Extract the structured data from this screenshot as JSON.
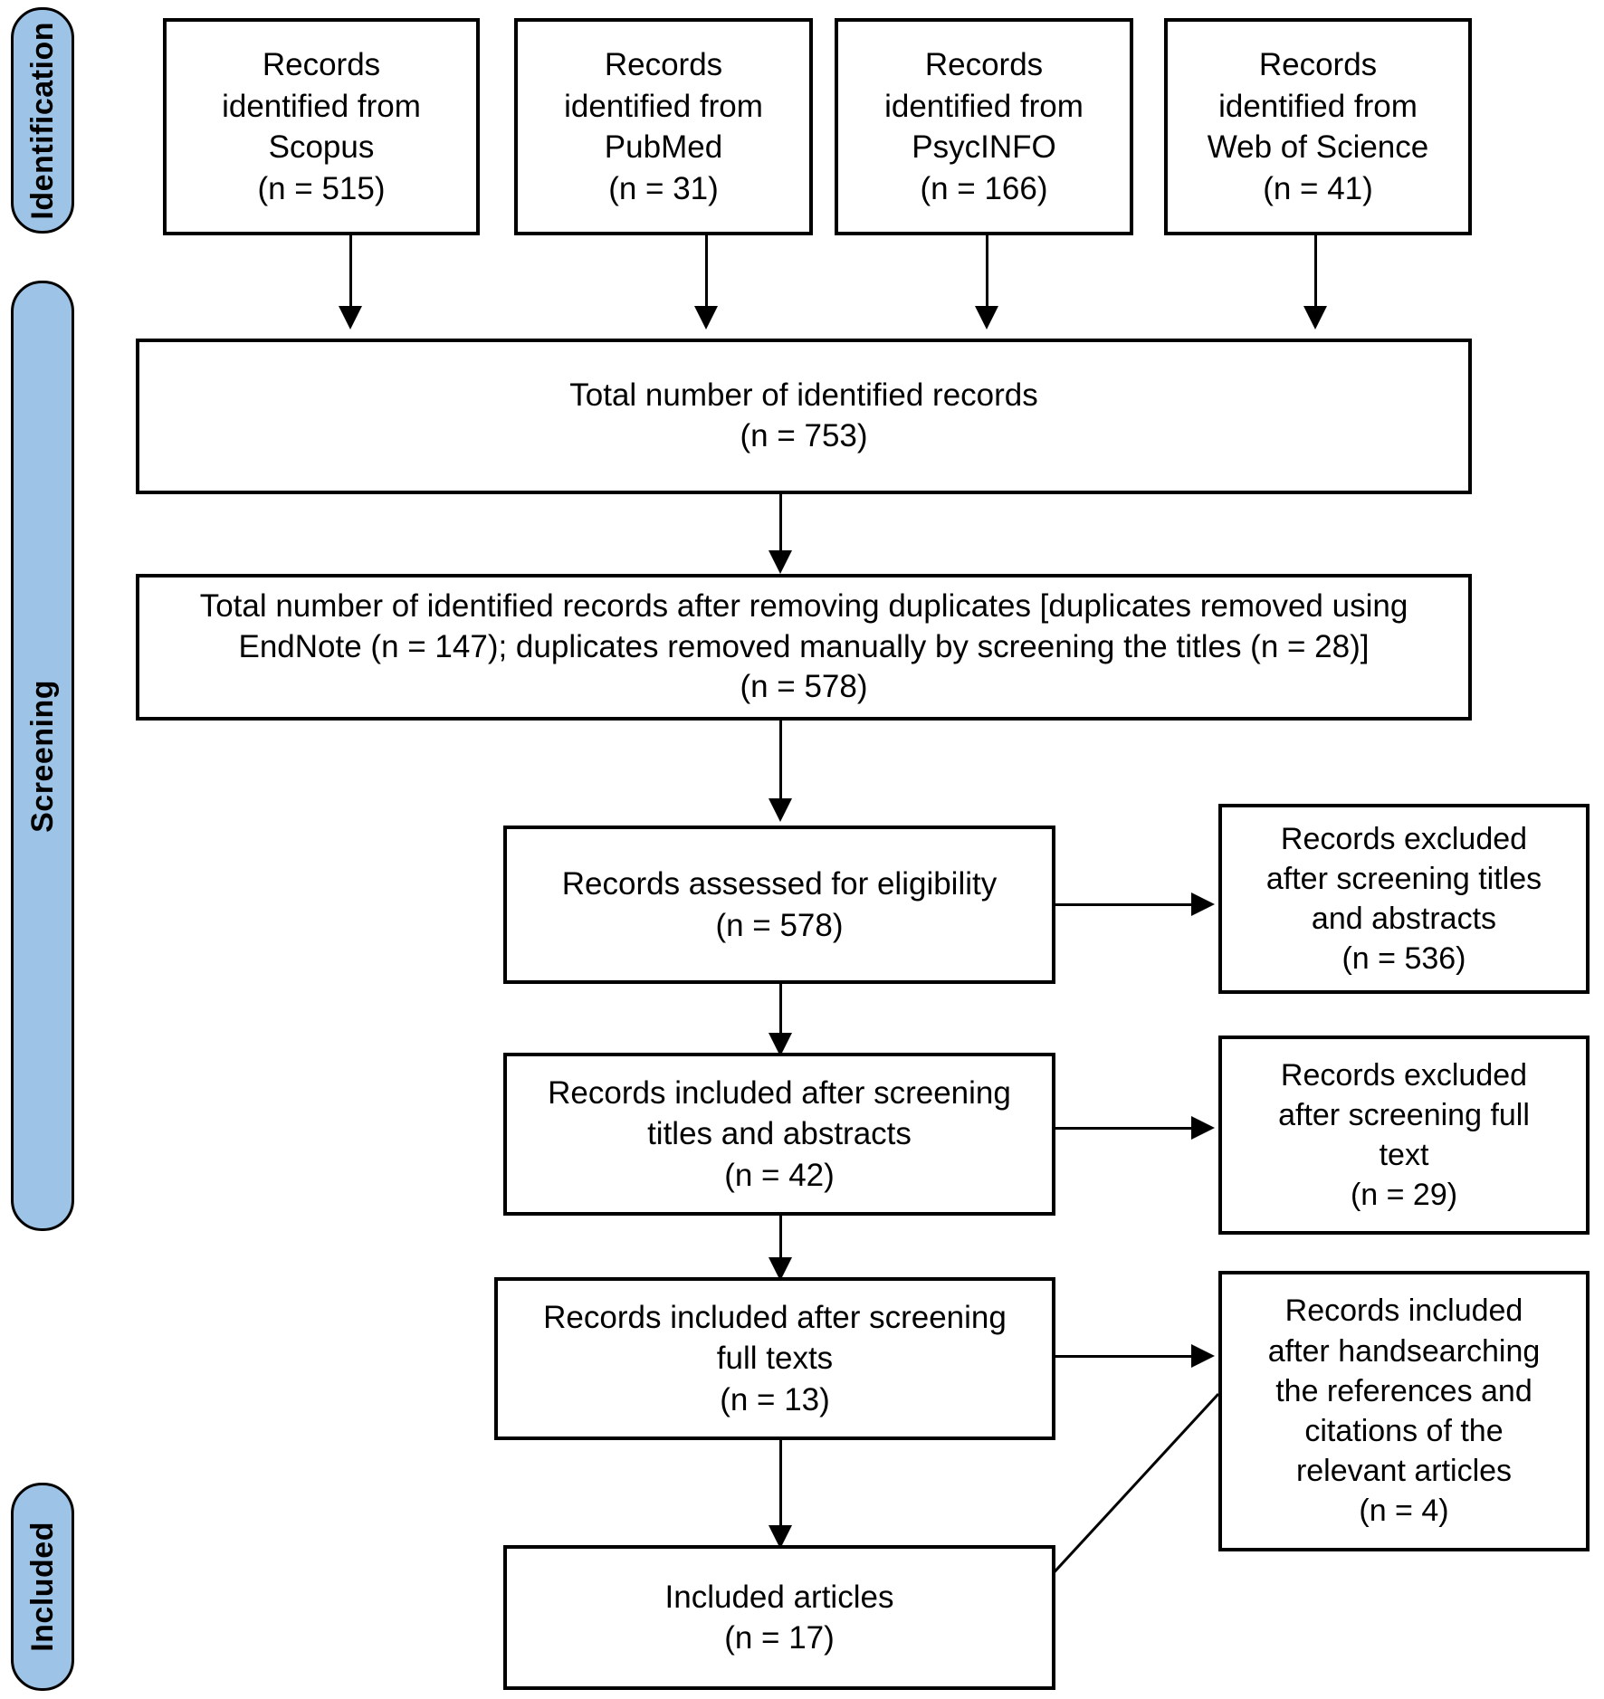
{
  "diagram": {
    "type": "prisma-flow-diagram",
    "accent_color": "#9DC3E6",
    "line_color": "#000000",
    "background_color": "#FFFFFF"
  },
  "phases": [
    {
      "key": "identification",
      "label": "Identification"
    },
    {
      "key": "screening",
      "label": "Screening"
    },
    {
      "key": "included",
      "label": "Included"
    }
  ],
  "sources": [
    {
      "key": "scopus",
      "text": "Records\nidentified from\nScopus\n(n = 515)",
      "database": "Scopus",
      "n": 515
    },
    {
      "key": "pubmed",
      "text": "Records\nidentified from\nPubMed\n(n = 31)",
      "database": "PubMed",
      "n": 31
    },
    {
      "key": "psycinfo",
      "text": "Records\nidentified from\nPsycINFO\n(n = 166)",
      "database": "PsycINFO",
      "n": 166
    },
    {
      "key": "web-of-science",
      "text": "Records\nidentified from\nWeb of Science\n(n = 41)",
      "database": "Web of Science",
      "n": 41
    }
  ],
  "nodes": {
    "total_identified": {
      "text": "Total number of identified records\n(n = 753)",
      "n": 753
    },
    "after_duplicates": {
      "text": "Total number of identified records after removing duplicates [duplicates removed using\nEndNote (n = 147); duplicates removed manually by screening the titles (n = 28)]\n(n = 578)",
      "n": 578,
      "endnote_removed": 147,
      "manual_removed": 28
    },
    "assessed_eligibility": {
      "text": "Records assessed for eligibility\n(n = 578)",
      "n": 578
    },
    "excluded_titles_abstracts": {
      "text": "Records excluded\nafter screening titles\nand abstracts\n(n = 536)",
      "n": 536
    },
    "included_titles_abstracts": {
      "text": "Records included after screening\ntitles and abstracts\n(n = 42)",
      "n": 42
    },
    "excluded_full_text": {
      "text": "Records excluded\nafter screening full\ntext\n(n = 29)",
      "n": 29
    },
    "included_full_texts": {
      "text": "Records included after screening\nfull texts\n(n = 13)",
      "n": 13
    },
    "handsearching": {
      "text": "Records included\nafter handsearching\nthe references and\ncitations of the\nrelevant articles\n(n = 4)",
      "n": 4
    },
    "included_articles": {
      "text": "Included articles\n(n = 17)",
      "n": 17
    }
  }
}
